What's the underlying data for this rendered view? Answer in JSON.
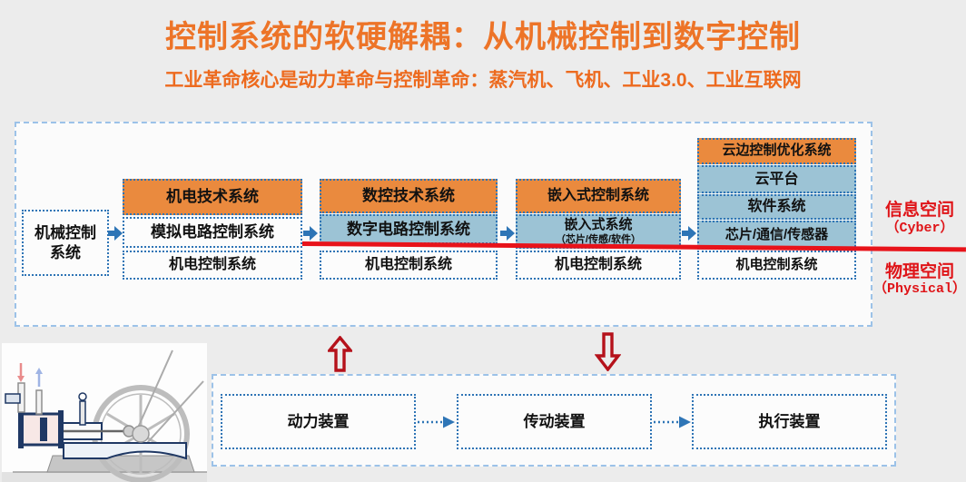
{
  "title": "控制系统的软硬解耦：从机械控制到数字控制",
  "subtitle": "工业革命核心是动力革命与控制革命：蒸汽机、飞机、工业3.0、工业互联网",
  "colors": {
    "title_orange": "#ED7428",
    "box_orange": "#EA8A3E",
    "box_blue": "#9CC3D5",
    "dotted_border_blue": "#2E74B5",
    "panel_border_blue": "#9CC2E8",
    "divider_red": "#E8131A",
    "label_red": "#DF1418",
    "flow_arrow_blue": "#2E75B6",
    "block_arrow_red": "#B5121B"
  },
  "diagram": {
    "mech_box": "机械控制系统",
    "columns": [
      {
        "header": "机电技术系统",
        "mid1": "模拟电路控制系统",
        "bottom": "机电控制系统"
      },
      {
        "header": "数控技术系统",
        "mid1": "数字电路控制系统",
        "bottom": "机电控制系统"
      },
      {
        "header": "嵌入式控制系统",
        "mid1": "嵌入式系统",
        "mid2": "（芯片/传感/软件）",
        "bottom": "机电控制系统"
      },
      {
        "header": "云边控制优化系统",
        "mid1": "云平台",
        "mid2": "软件系统",
        "mid3": "芯片/通信/传感器",
        "bottom": "机电控制系统"
      }
    ],
    "cyber_zh": "信息空间",
    "cyber_en": "（Cyber）",
    "physical_zh": "物理空间",
    "physical_en": "（Physical）"
  },
  "bottom_flow": {
    "items": [
      "动力装置",
      "传动装置",
      "执行装置"
    ]
  }
}
